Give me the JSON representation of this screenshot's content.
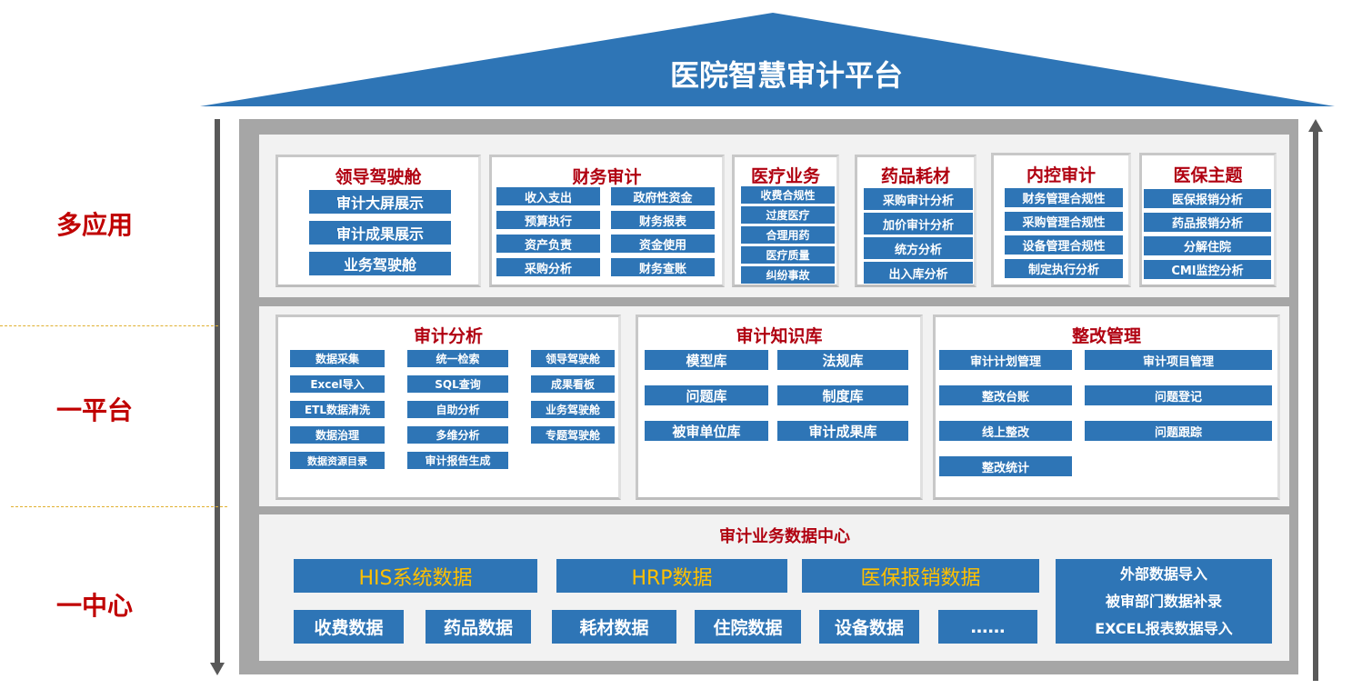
{
  "title": "医院智慧审计平台",
  "side_labels": [
    "多应用",
    "一平台",
    "一中心"
  ],
  "apps": [
    {
      "title": "领导驾驶舱",
      "items": [
        "审计大屏展示",
        "审计成果展示",
        "业务驾驶舱"
      ]
    },
    {
      "title": "财务审计",
      "items": [
        "收入支出",
        "政府性资金",
        "预算执行",
        "财务报表",
        "资产负责",
        "资金使用",
        "采购分析",
        "财务查账"
      ]
    },
    {
      "title": "医疗业务",
      "items": [
        "收费合规性",
        "过度医疗",
        "合理用药",
        "医疗质量",
        "纠纷事故"
      ]
    },
    {
      "title": "药品耗材",
      "items": [
        "采购审计分析",
        "加价审计分析",
        "统方分析",
        "出入库分析"
      ]
    },
    {
      "title": "内控审计",
      "items": [
        "财务管理合规性",
        "采购管理合规性",
        "设备管理合规性",
        "制定执行分析"
      ]
    },
    {
      "title": "医保主题",
      "items": [
        "医保报销分析",
        "药品报销分析",
        "分解住院",
        "CMI监控分析"
      ]
    }
  ],
  "platform": [
    {
      "title": "审计分析",
      "items": [
        "数据采集",
        "统一检索",
        "领导驾驶舱",
        "Excel导入",
        "SQL查询",
        "成果看板",
        "ETL数据清洗",
        "自助分析",
        "业务驾驶舱",
        "数据治理",
        "多维分析",
        "专题驾驶舱",
        "数据资源目录",
        "审计报告生成"
      ]
    },
    {
      "title": "审计知识库",
      "items": [
        "模型库",
        "法规库",
        "问题库",
        "制度库",
        "被审单位库",
        "审计成果库"
      ]
    },
    {
      "title": "整改管理",
      "items": [
        "审计计划管理",
        "审计项目管理",
        "整改台账",
        "问题登记",
        "线上整改",
        "问题跟踪",
        "整改统计"
      ]
    }
  ],
  "center": {
    "title": "审计业务数据中心",
    "main_sources": [
      "HIS系统数据",
      "HRP数据",
      "医保报销数据"
    ],
    "sub_sources": [
      "收费数据",
      "药品数据",
      "耗材数据",
      "住院数据",
      "设备数据",
      "……"
    ],
    "external": [
      "外部数据导入",
      "被审部门数据补录",
      "EXCEL报表数据导入"
    ]
  },
  "colors": {
    "blue": "#2e75b6",
    "red": "#c00000",
    "gold": "#ffc000",
    "frame": "#a6a6a6"
  }
}
